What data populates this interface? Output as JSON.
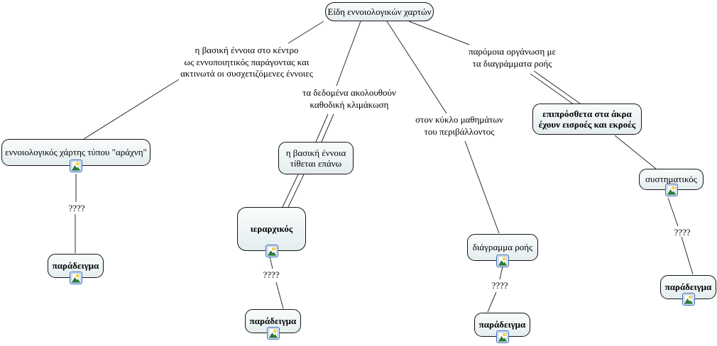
{
  "nodes": {
    "root": {
      "label": "Είδη εννοιολογικών χαρτών"
    },
    "spider": {
      "label": "εννοιολογικός χάρτης τύπου \"αράχνη\""
    },
    "basic_top": {
      "label": "η βασική έννοια\nτίθεται επάνω"
    },
    "hierarchical": {
      "label": "ιεραρχικός"
    },
    "extra_io": {
      "label": "επιπρόσθετα στα άκρα\nέχουν εισροές και εκροές"
    },
    "flow": {
      "label": "διάγραμμα ροής"
    },
    "systematic": {
      "label": "συστηματικός"
    },
    "examples": [
      "παράδειγμα",
      "παράδειγμα",
      "παράδειγμα",
      "παράδειγμα"
    ]
  },
  "link_labels": {
    "spider_desc": "η βασική έννοια στο κέντρο\nως εννοποιητικός παράγοντας και\nακτινωτά οι συσχετιζόμενες έννοιες",
    "hier_desc": "τα δεδομένα ακολουθούν\nκαθοδική κλιμάκωση",
    "similar_flow": "παρόμοια οργάνωση με\nτα διαγράμματα ροής",
    "flow_env": "στον κύκλο μαθημάτων\nτου περιβάλλοντος",
    "unknown1": "????",
    "unknown2": "????",
    "unknown3": "????",
    "unknown4": "????"
  },
  "colors": {
    "node_fill_top": "#f9fcfc",
    "node_fill_bottom": "#e4edef",
    "node_border": "#141414",
    "line": "#2e2e2e",
    "icon_frame": "#3f6db5",
    "background": "#ffffff"
  }
}
